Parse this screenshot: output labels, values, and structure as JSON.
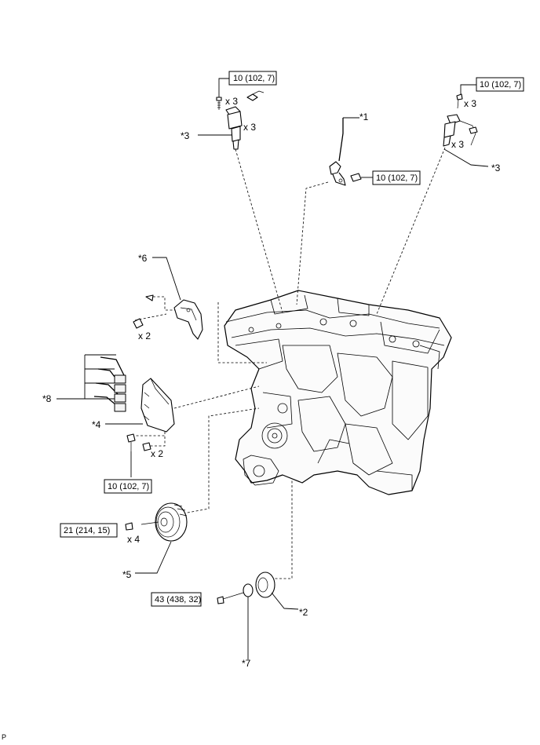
{
  "footer": {
    "code": "P"
  },
  "callouts": {
    "c1": "*1",
    "c2": "*2",
    "c3_left": "*3",
    "c3_right": "*3",
    "c4": "*4",
    "c5": "*5",
    "c6": "*6",
    "c7": "*7",
    "c8": "*8"
  },
  "quantities": {
    "left_coil_bolt": "x 3",
    "left_coil": "x 3",
    "right_coil_bolt": "x 3",
    "right_coil": "x 3",
    "bracket_nut": "x 2",
    "ecu_nut": "x 2",
    "pulley_bolt": "x 4"
  },
  "torque_specs": {
    "left_coil": "10 (102, 7)",
    "right_coil": "10 (102, 7)",
    "sensor": "10 (102, 7)",
    "ecu": "10 (102, 7)",
    "pulley": "21 (214, 15)",
    "idler": "43 (438, 32)"
  }
}
